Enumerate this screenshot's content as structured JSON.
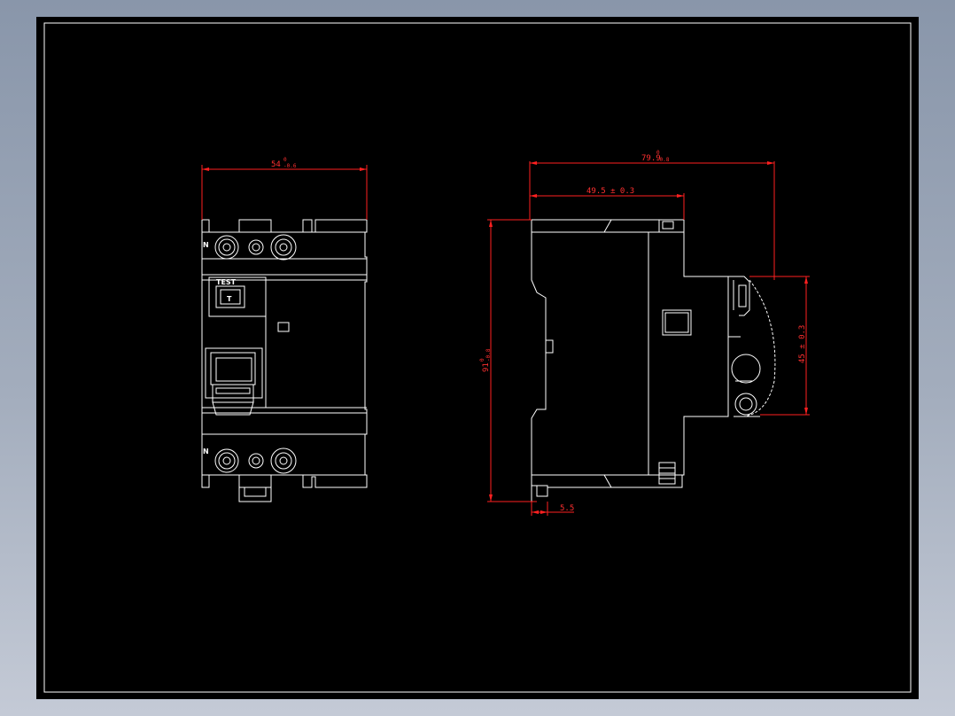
{
  "front_view": {
    "width_dim": {
      "value": "54",
      "tolerance_upper": "0",
      "tolerance_lower": "-0.6"
    },
    "test_label": "TEST",
    "test_button_glyph": "T",
    "top_terminal_label": "N",
    "bottom_terminal_label": "N"
  },
  "side_view": {
    "overall_depth_dim": {
      "value": "79.9",
      "tolerance_upper": "0",
      "tolerance_lower": "-0.8"
    },
    "front_depth_dim": "49.5 ± 0.3",
    "height_dim": {
      "value": "91",
      "tolerance_upper": "0",
      "tolerance_lower": "-0.8"
    },
    "window_height_dim": "45 ± 0.3",
    "clip_dim": "5.5"
  },
  "colors": {
    "background": "#000000",
    "geometry": "#ffffff",
    "dimensions": "#ff2020",
    "outer_frame": "#8f9bae"
  }
}
